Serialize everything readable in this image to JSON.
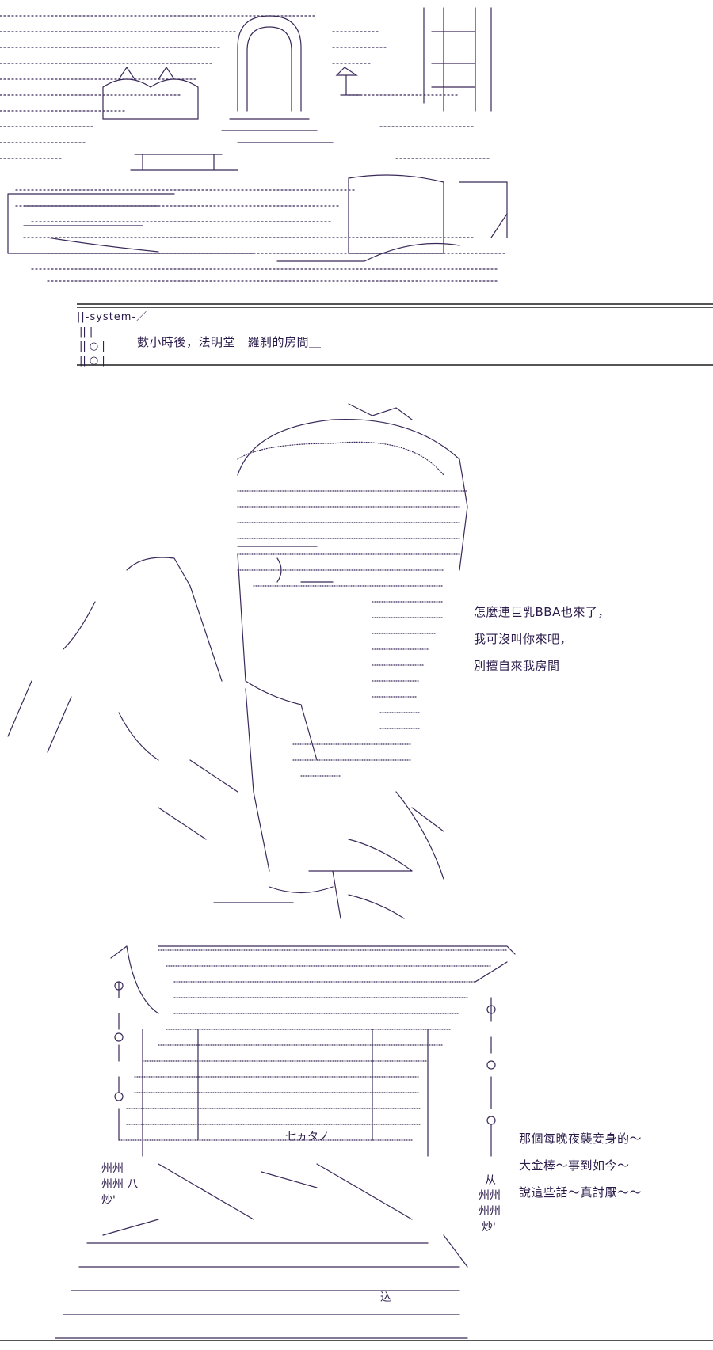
{
  "system_box": {
    "tag": "||-system-／",
    "markers": [
      "||  |",
      "||  ○  |",
      "||  ○  |"
    ],
    "text": "數小時後，法明堂　羅刹的房間＿"
  },
  "dialogue_1": [
    "怎麼連巨乳BBA也來了，",
    "我可沒叫你來吧，",
    "別擅自來我房間"
  ],
  "dialogue_2": [
    "那個每晚夜襲妾身的～",
    "大金棒～事到如今～",
    "說這些話～真討厭～～"
  ],
  "art_labels": {
    "left_chant_1": "州州",
    "left_chant_2": "州州 八",
    "left_chant_3": "炒'",
    "right_chant_1": "从",
    "right_chant_2": "州州",
    "right_chant_3": "州州",
    "right_chant_4": "炒'",
    "onomatopoeia": "七ヵタノ",
    "stamp": "込"
  },
  "colors": {
    "ink": "#2a1a4a",
    "rule": "#555555"
  }
}
